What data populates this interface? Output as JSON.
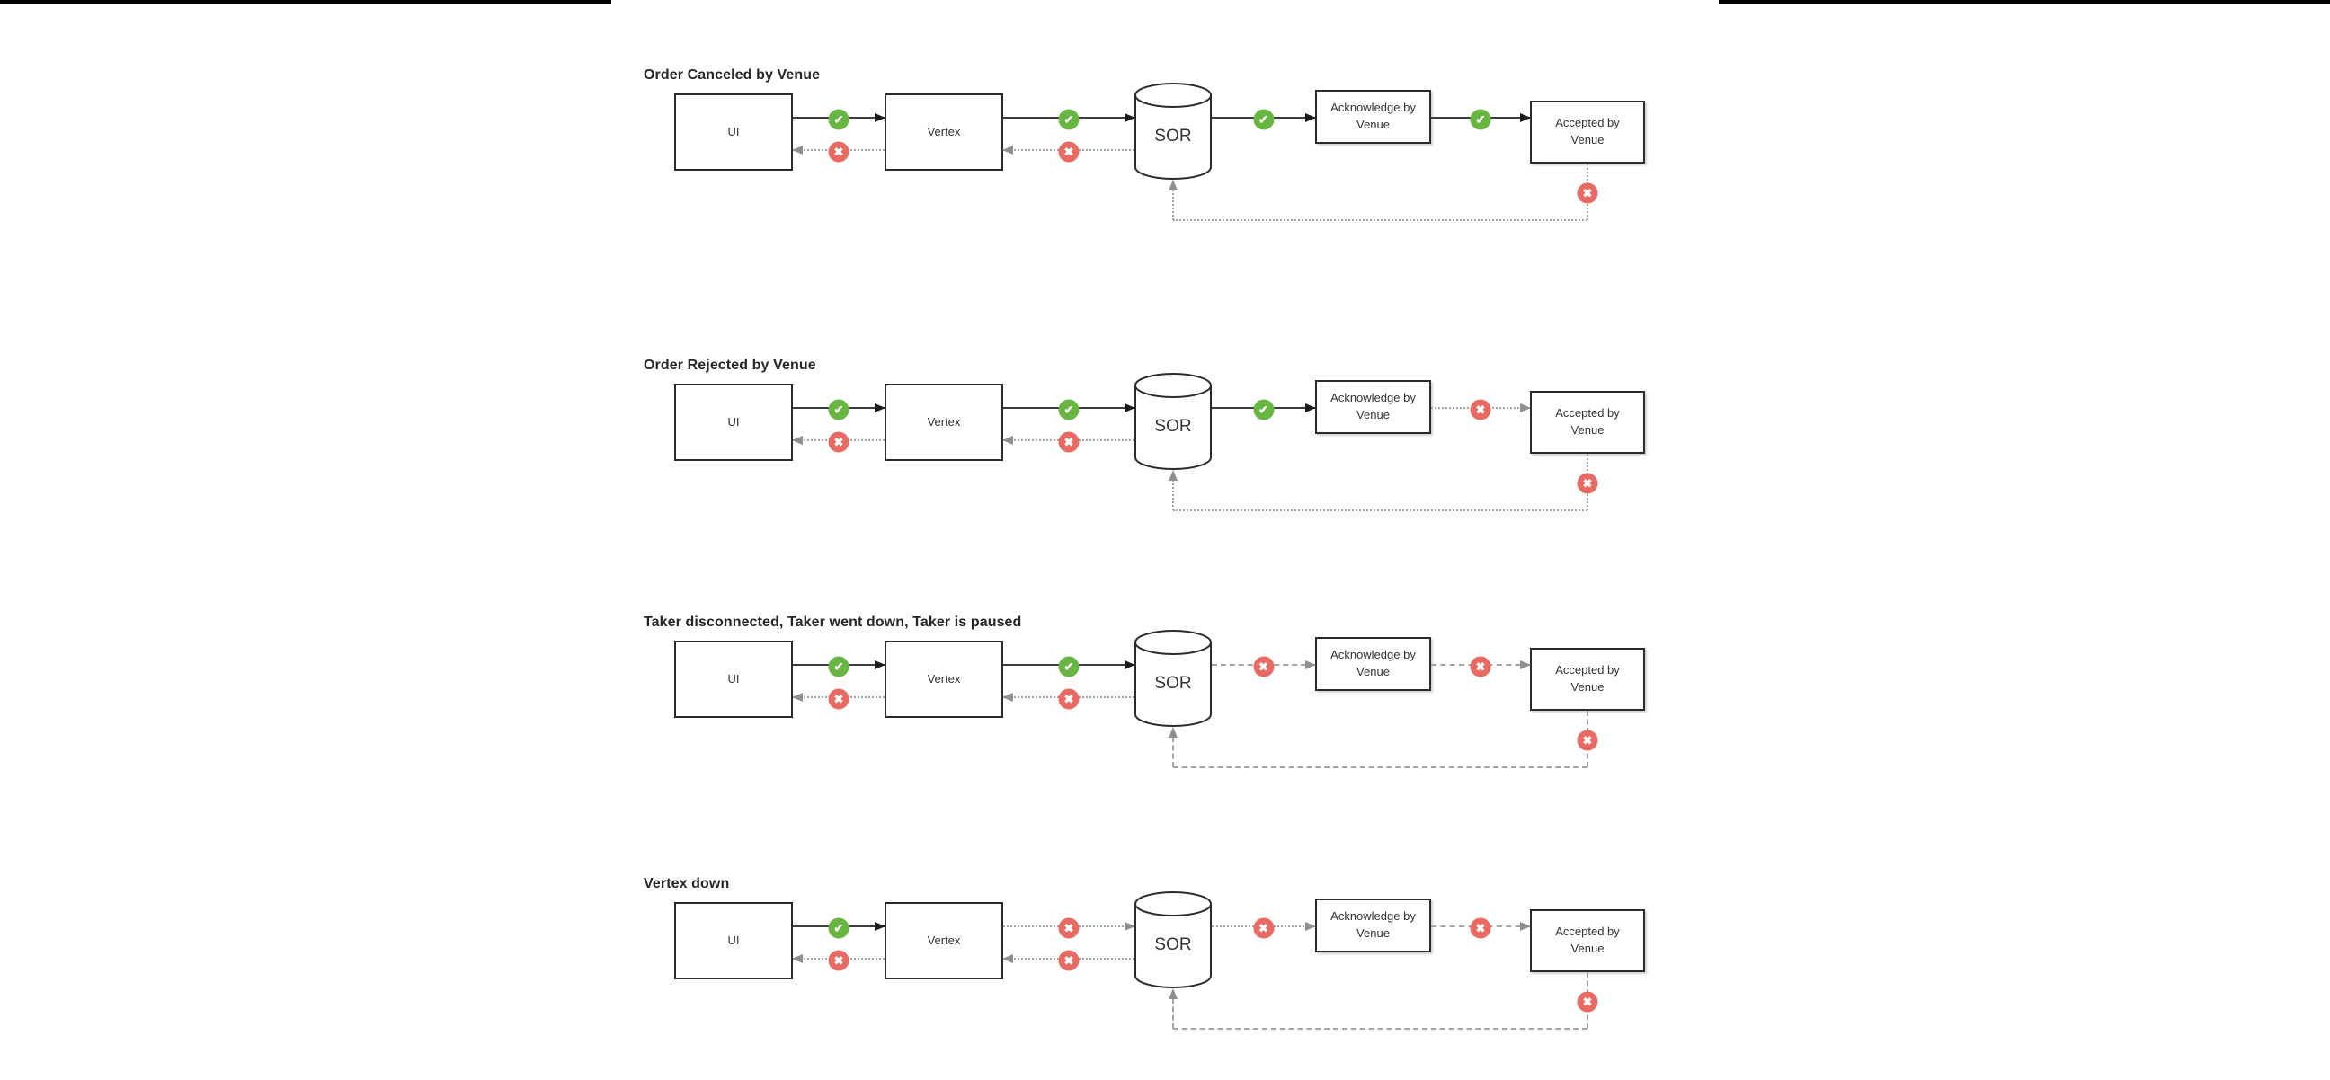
{
  "palette": {
    "success": "#67b642",
    "fail": "#e96a62",
    "solidline": "#3d3d3d",
    "muted": "#a3a3a3",
    "arrowdark": "#1a1a1a",
    "arrowgray": "#8f8f8f",
    "border": "#2b2b2b",
    "textcolor": "#333333",
    "titlecolor": "#262626",
    "barcolor": "#000000"
  },
  "icons": {
    "success": "✔",
    "fail": "✖"
  },
  "nodes": {
    "ui": "UI",
    "vertex": "Vertex",
    "sor": "SOR",
    "ack": "Acknowledge by\nVenue",
    "accepted": "Accepted by\nVenue"
  },
  "rows": [
    {
      "title": "Order Canceled by Venue",
      "connectors": {
        "ui_vertex": {
          "style": "solid",
          "status": "success"
        },
        "vertex_ui": {
          "style": "dotted",
          "status": "fail"
        },
        "vertex_sor": {
          "style": "solid",
          "status": "success"
        },
        "sor_vertex": {
          "style": "dotted",
          "status": "fail"
        },
        "sor_ack": {
          "style": "solid",
          "status": "success"
        },
        "ack_accepted": {
          "style": "solid",
          "status": "success"
        },
        "feedback": {
          "style": "dotted",
          "status": "fail"
        }
      }
    },
    {
      "title": "Order Rejected by Venue",
      "connectors": {
        "ui_vertex": {
          "style": "solid",
          "status": "success"
        },
        "vertex_ui": {
          "style": "dotted",
          "status": "fail"
        },
        "vertex_sor": {
          "style": "solid",
          "status": "success"
        },
        "sor_vertex": {
          "style": "dotted",
          "status": "fail"
        },
        "sor_ack": {
          "style": "solid",
          "status": "success"
        },
        "ack_accepted": {
          "style": "dotted",
          "status": "fail"
        },
        "feedback": {
          "style": "dotted",
          "status": "fail"
        }
      }
    },
    {
      "title": "Taker disconnected, Taker went down, Taker is paused",
      "connectors": {
        "ui_vertex": {
          "style": "solid",
          "status": "success"
        },
        "vertex_ui": {
          "style": "dotted",
          "status": "fail"
        },
        "vertex_sor": {
          "style": "solid",
          "status": "success"
        },
        "sor_vertex": {
          "style": "dotted",
          "status": "fail"
        },
        "sor_ack": {
          "style": "dashed",
          "status": "fail"
        },
        "ack_accepted": {
          "style": "dashed",
          "status": "fail"
        },
        "feedback": {
          "style": "dashed",
          "status": "fail"
        }
      }
    },
    {
      "title": "Vertex down",
      "connectors": {
        "ui_vertex": {
          "style": "solid",
          "status": "success"
        },
        "vertex_ui": {
          "style": "dotted",
          "status": "fail"
        },
        "vertex_sor": {
          "style": "dotted",
          "status": "fail"
        },
        "sor_vertex": {
          "style": "dotted",
          "status": "fail"
        },
        "sor_ack": {
          "style": "dotted",
          "status": "fail"
        },
        "ack_accepted": {
          "style": "dashed",
          "status": "fail"
        },
        "feedback": {
          "style": "dashed",
          "status": "fail"
        }
      }
    }
  ]
}
